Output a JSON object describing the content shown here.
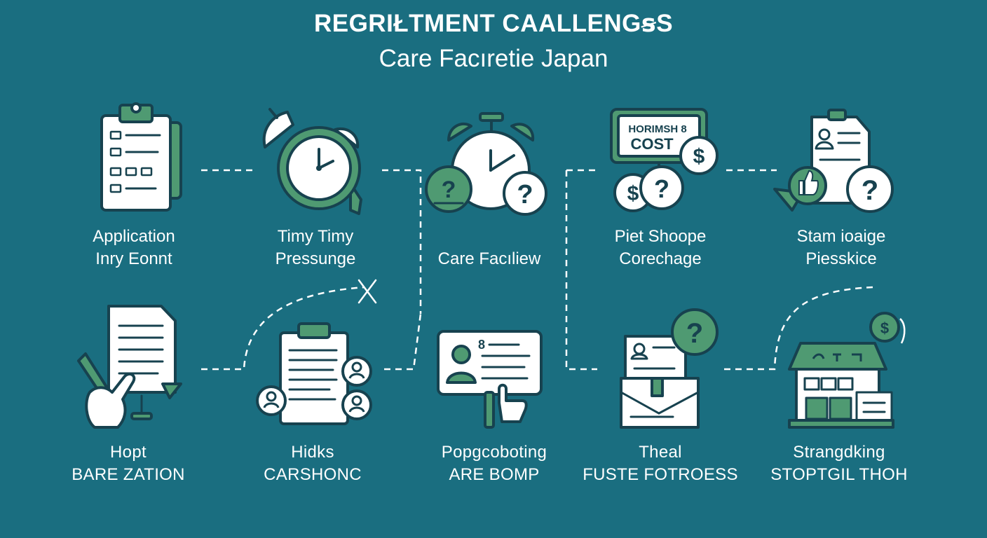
{
  "title": "REGRIŁTMENT CAALLENGꞩS",
  "subtitle": "Care Facıretie Japan",
  "colors": {
    "background": "#1a6e80",
    "accent": "#4f9a72",
    "outline": "#17424f",
    "paper": "#ffffff"
  },
  "icons": {
    "r1c4_sign_line1": "HORIMSΗ 8",
    "r1c4_sign_line2": "COST",
    "r2c3_card_mark": "8"
  },
  "labels": {
    "r1c1": {
      "line1": "Application",
      "line2": "Inry Eonnt"
    },
    "r1c2": {
      "line1": "Timy Timy",
      "line2": "Pressunge"
    },
    "r1c3": {
      "line1": "Care Facıliew"
    },
    "r1c4": {
      "line1": "Piet Shoope",
      "line2": "Corechage"
    },
    "r1c5": {
      "line1": "Stam ioaige",
      "line2": "Piesskice"
    },
    "r2c1": {
      "line1": "Hopt",
      "line2": "BARE ZATION"
    },
    "r2c2": {
      "line1": "Hidks",
      "line2": "CARSHONC"
    },
    "r2c3": {
      "line1": "Popgcoboting",
      "line2": "ARE BOMP"
    },
    "r2c4": {
      "line1": "Theal",
      "line2": "FUSTE FOTROESS"
    },
    "r2c5": {
      "line1": "Strangdking",
      "line2": "STOPTGIL THOH"
    }
  }
}
